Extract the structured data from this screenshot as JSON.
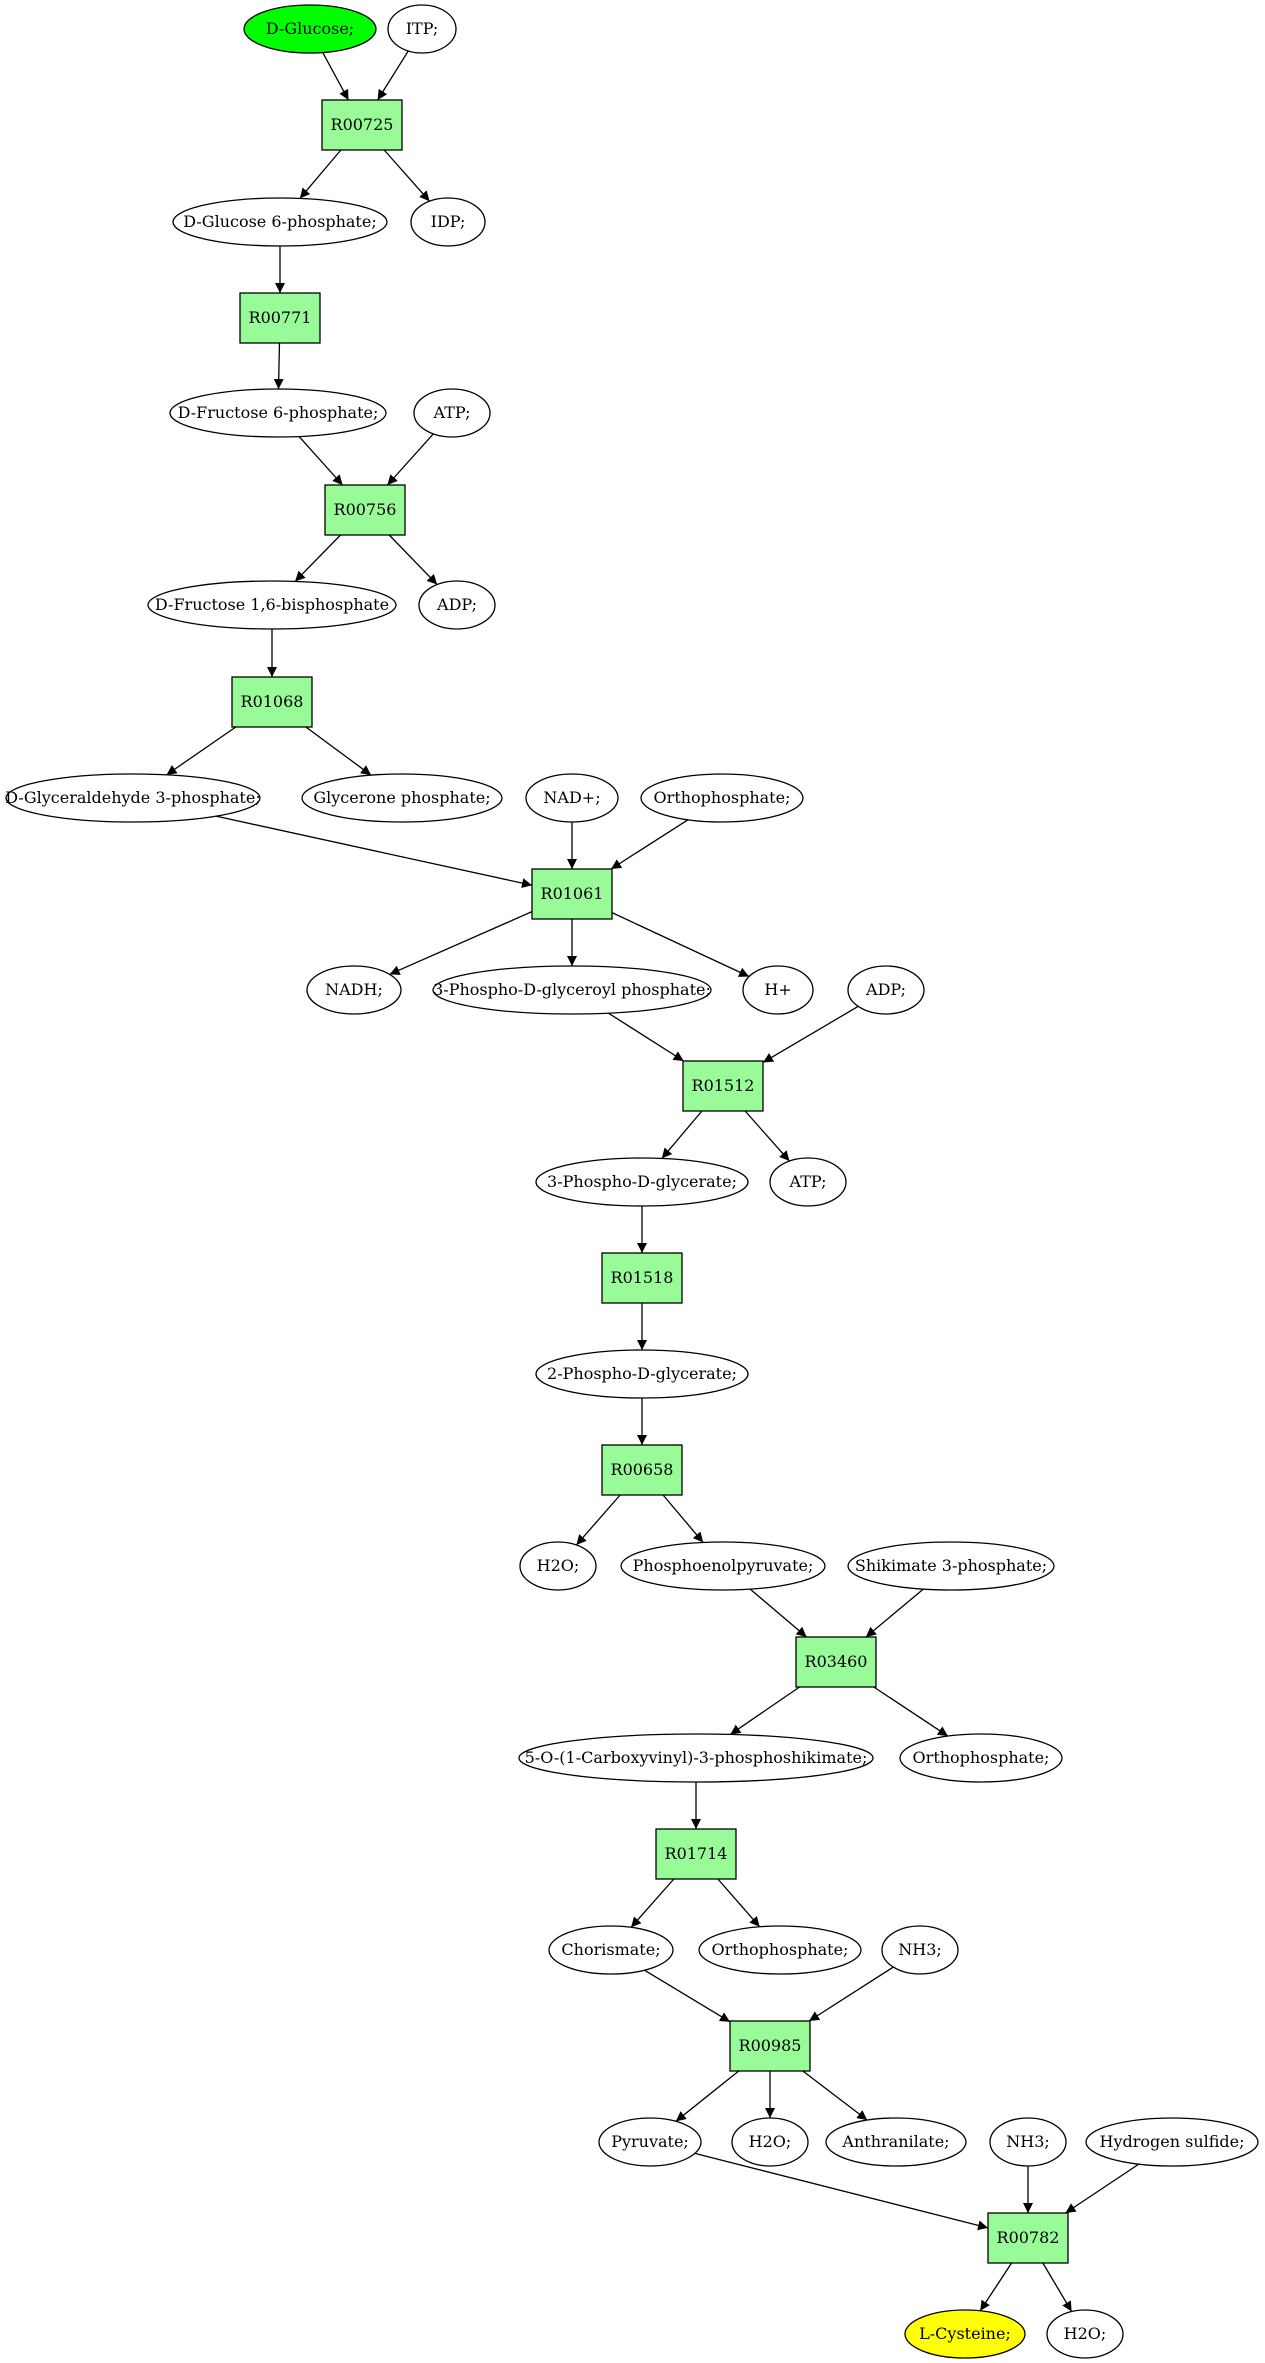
{
  "colors": {
    "reaction_fill": "#98fb98",
    "compound_fill": "#ffffff",
    "start_fill": "#00ff00",
    "end_fill": "#ffff00",
    "stroke": "#000000"
  },
  "compounds": {
    "c_glucose": "D-Glucose;",
    "c_itp": "ITP;",
    "c_g6p": "D-Glucose 6-phosphate;",
    "c_idp": "IDP;",
    "c_f6p": "D-Fructose 6-phosphate;",
    "c_atp1": "ATP;",
    "c_fbp": "D-Fructose 1,6-bisphosphate",
    "c_adp1": "ADP;",
    "c_gap": "D-Glyceraldehyde 3-phosphate;",
    "c_dhap": "Glycerone phosphate;",
    "c_nad": "NAD+;",
    "c_pi1": "Orthophosphate;",
    "c_nadh": "NADH;",
    "c_bpg": "3-Phospho-D-glyceroyl phosphate;",
    "c_h": "H+",
    "c_adp2": "ADP;",
    "c_3pg": "3-Phospho-D-glycerate;",
    "c_atp2": "ATP;",
    "c_2pg": "2-Phospho-D-glycerate;",
    "c_h2o1": "H2O;",
    "c_pep": "Phosphoenolpyruvate;",
    "c_s3p": "Shikimate 3-phosphate;",
    "c_epsp": "5-O-(1-Carboxyvinyl)-3-phosphoshikimate;",
    "c_pi2": "Orthophosphate;",
    "c_chor": "Chorismate;",
    "c_pi3": "Orthophosphate;",
    "c_nh3a": "NH3;",
    "c_pyr": "Pyruvate;",
    "c_h2o2": "H2O;",
    "c_anth": "Anthranilate;",
    "c_nh3b": "NH3;",
    "c_h2s": "Hydrogen sulfide;",
    "c_cys": "L-Cysteine;",
    "c_h2o3": "H2O;"
  },
  "reactions": {
    "r_00725": "R00725",
    "r_00771": "R00771",
    "r_00756": "R00756",
    "r_01068": "R01068",
    "r_01061": "R01061",
    "r_01512": "R01512",
    "r_01518": "R01518",
    "r_00658": "R00658",
    "r_03460": "R03460",
    "r_01714": "R01714",
    "r_00985": "R00985",
    "r_00782": "R00782"
  },
  "edges": [
    [
      "c_glucose",
      "r_00725"
    ],
    [
      "c_itp",
      "r_00725"
    ],
    [
      "r_00725",
      "c_g6p"
    ],
    [
      "r_00725",
      "c_idp"
    ],
    [
      "c_g6p",
      "r_00771"
    ],
    [
      "r_00771",
      "c_f6p"
    ],
    [
      "c_f6p",
      "r_00756"
    ],
    [
      "c_atp1",
      "r_00756"
    ],
    [
      "r_00756",
      "c_fbp"
    ],
    [
      "r_00756",
      "c_adp1"
    ],
    [
      "c_fbp",
      "r_01068"
    ],
    [
      "r_01068",
      "c_gap"
    ],
    [
      "r_01068",
      "c_dhap"
    ],
    [
      "c_gap",
      "r_01061"
    ],
    [
      "c_nad",
      "r_01061"
    ],
    [
      "c_pi1",
      "r_01061"
    ],
    [
      "r_01061",
      "c_nadh"
    ],
    [
      "r_01061",
      "c_bpg"
    ],
    [
      "r_01061",
      "c_h"
    ],
    [
      "c_bpg",
      "r_01512"
    ],
    [
      "c_adp2",
      "r_01512"
    ],
    [
      "r_01512",
      "c_3pg"
    ],
    [
      "r_01512",
      "c_atp2"
    ],
    [
      "c_3pg",
      "r_01518"
    ],
    [
      "r_01518",
      "c_2pg"
    ],
    [
      "c_2pg",
      "r_00658"
    ],
    [
      "r_00658",
      "c_h2o1"
    ],
    [
      "r_00658",
      "c_pep"
    ],
    [
      "c_pep",
      "r_03460"
    ],
    [
      "c_s3p",
      "r_03460"
    ],
    [
      "r_03460",
      "c_epsp"
    ],
    [
      "r_03460",
      "c_pi2"
    ],
    [
      "c_epsp",
      "r_01714"
    ],
    [
      "r_01714",
      "c_chor"
    ],
    [
      "r_01714",
      "c_pi3"
    ],
    [
      "c_chor",
      "r_00985"
    ],
    [
      "c_nh3a",
      "r_00985"
    ],
    [
      "r_00985",
      "c_pyr"
    ],
    [
      "r_00985",
      "c_h2o2"
    ],
    [
      "r_00985",
      "c_anth"
    ],
    [
      "c_pyr",
      "r_00782"
    ],
    [
      "c_nh3b",
      "r_00782"
    ],
    [
      "c_h2s",
      "r_00782"
    ],
    [
      "r_00782",
      "c_cys"
    ],
    [
      "r_00782",
      "c_h2o3"
    ]
  ]
}
